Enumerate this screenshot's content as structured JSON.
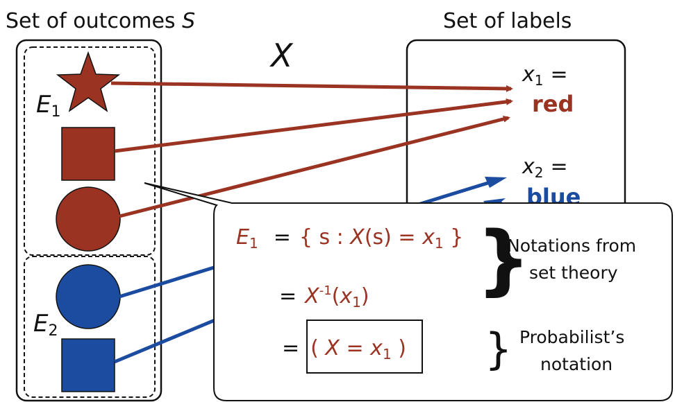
{
  "colors": {
    "red": "#9a3322",
    "blue": "#1c4ca0",
    "black": "#111111"
  },
  "headings": {
    "outcomes_prefix": "Set of outcomes ",
    "outcomes_var": "S",
    "labels": "Set of labels",
    "mapping_symbol": "X"
  },
  "events": {
    "e1_letter": "E",
    "e1_sub": "1",
    "e2_letter": "E",
    "e2_sub": "2"
  },
  "outcome_shapes": [
    {
      "shape": "star",
      "color": "red"
    },
    {
      "shape": "square",
      "color": "red"
    },
    {
      "shape": "circle",
      "color": "red"
    },
    {
      "shape": "circle",
      "color": "blue"
    },
    {
      "shape": "square",
      "color": "blue"
    }
  ],
  "labels": {
    "x1_var": "x",
    "x1_sub": "1",
    "x1_eq": "=",
    "x1_value": "red",
    "x2_var": "x",
    "x2_sub": "2",
    "x2_eq": "=",
    "x2_value": "blue"
  },
  "callout": {
    "line1": {
      "lhs_letter": "E",
      "lhs_sub": "1",
      "eq": "=",
      "open": "{ s : ",
      "func": "X",
      "arg": "(s) = ",
      "var": "x",
      "sub": "1",
      "close": " }"
    },
    "line2": {
      "eq": "=",
      "func": "X",
      "sup": "-1",
      "open": "(",
      "var": "x",
      "sub": "1",
      "close": ")"
    },
    "line3": {
      "eq": "=",
      "open": "( ",
      "func": "X",
      "mid": " = ",
      "var": "x",
      "sub": "1",
      "close": " )"
    },
    "brace_large": "}",
    "brace_small": "}",
    "note1_line1": "Notations from",
    "note1_line2": "set theory",
    "note2_line1": "Probabilist’s",
    "note2_line2": "notation"
  }
}
